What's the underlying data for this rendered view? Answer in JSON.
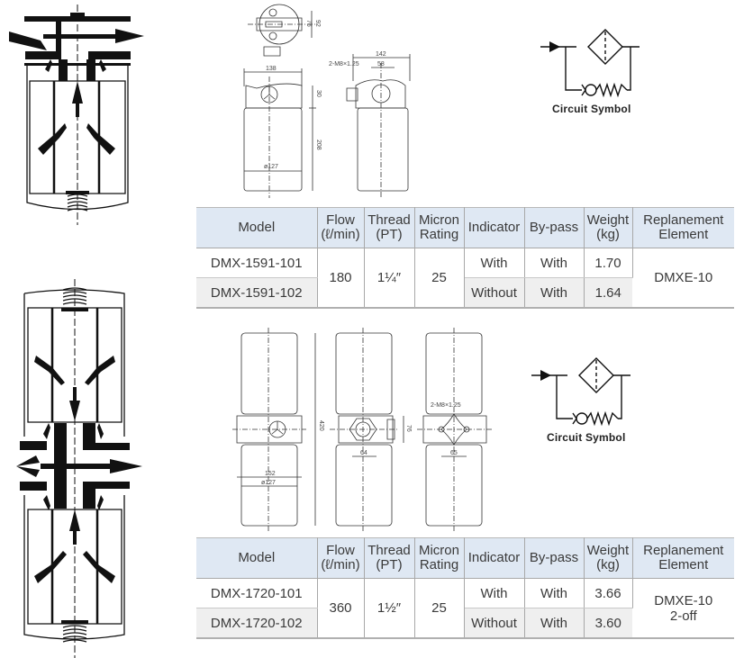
{
  "sections": [
    {
      "id": "dmx-1591",
      "circuit_symbol_label": "Circuit Symbol",
      "dimensions": {
        "top_width": "138",
        "side_width": "142",
        "port_spacing": "58",
        "port_thread": "2-M8×1.25",
        "head_height": "30",
        "body_height": "208",
        "body_diameter": "ø127",
        "top_view_height": "92",
        "top_view_offset": "76"
      },
      "table": {
        "headers": [
          {
            "line1": "Model",
            "line2": ""
          },
          {
            "line1": "Flow",
            "line2": "(ℓ/min)"
          },
          {
            "line1": "Thread",
            "line2": "(PT)"
          },
          {
            "line1": "Micron",
            "line2": "Rating"
          },
          {
            "line1": "Indicator",
            "line2": ""
          },
          {
            "line1": "By-pass",
            "line2": ""
          },
          {
            "line1": "Weight",
            "line2": "(kg)"
          },
          {
            "line1": "Replanement",
            "line2": "Element"
          }
        ],
        "shared": {
          "flow": "180",
          "thread": "1¼″",
          "micron": "25",
          "element_line1": "DMXE-10",
          "element_line2": ""
        },
        "rows": [
          {
            "model": "DMX-1591-101",
            "indicator": "With",
            "bypass": "With",
            "weight": "1.70"
          },
          {
            "model": "DMX-1591-102",
            "indicator": "Without",
            "bypass": "With",
            "weight": "1.64"
          }
        ]
      }
    },
    {
      "id": "dmx-1720",
      "circuit_symbol_label": "Circuit Symbol",
      "dimensions": {
        "total_height": "420",
        "head_width": "152",
        "body_diameter": "ø127",
        "port_width": "64",
        "head_height": "76",
        "port_thread": "2-M8×1.25",
        "port_spacing": "65"
      },
      "table": {
        "headers": [
          {
            "line1": "Model",
            "line2": ""
          },
          {
            "line1": "Flow",
            "line2": "(ℓ/min)"
          },
          {
            "line1": "Thread",
            "line2": "(PT)"
          },
          {
            "line1": "Micron",
            "line2": "Rating"
          },
          {
            "line1": "Indicator",
            "line2": ""
          },
          {
            "line1": "By-pass",
            "line2": ""
          },
          {
            "line1": "Weight",
            "line2": "(kg)"
          },
          {
            "line1": "Replanement",
            "line2": "Element"
          }
        ],
        "shared": {
          "flow": "360",
          "thread": "1½″",
          "micron": "25",
          "element_line1": "DMXE-10",
          "element_line2": "2-off"
        },
        "rows": [
          {
            "model": "DMX-1720-101",
            "indicator": "With",
            "bypass": "With",
            "weight": "3.66"
          },
          {
            "model": "DMX-1720-102",
            "indicator": "Without",
            "bypass": "With",
            "weight": "3.60"
          }
        ]
      }
    }
  ],
  "colors": {
    "header_bg": "#dfe8f3",
    "shade_bg": "#efefef",
    "line": "#222222"
  }
}
